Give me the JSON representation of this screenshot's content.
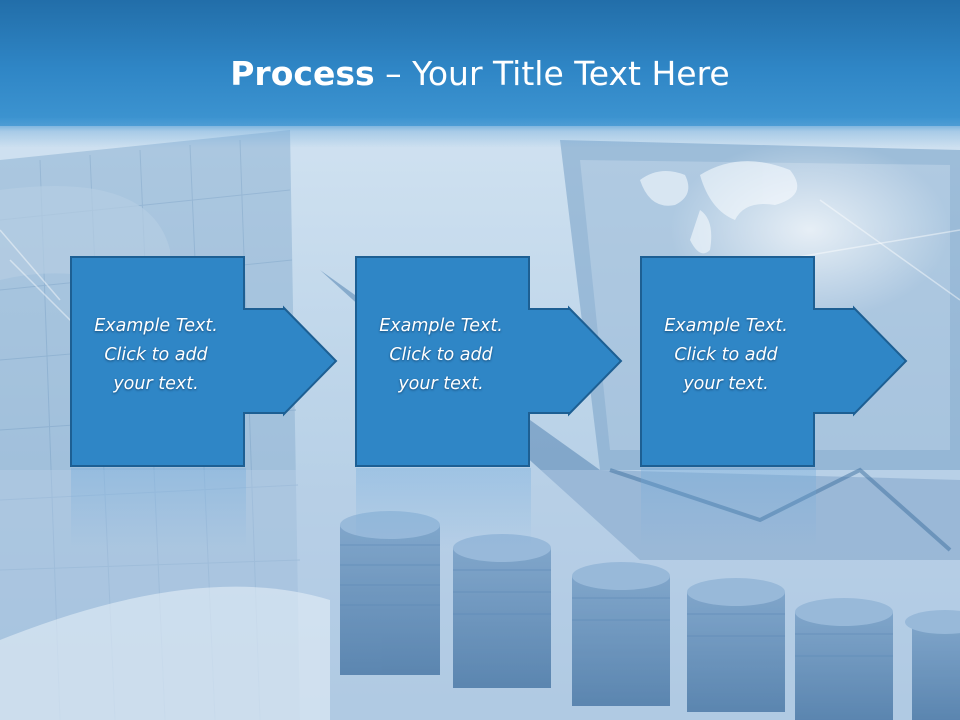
{
  "slide": {
    "title_bold": "Process",
    "title_rest": " – Your Title Text Here"
  },
  "steps": [
    {
      "text": "Example Text.\nClick  to add\nyour text."
    },
    {
      "text": "Example Text.\nClick  to add\nyour text."
    },
    {
      "text": "Example Text.\nClick  to add\nyour text."
    }
  ],
  "colors": {
    "header": "#2f86c6",
    "box_fill": "#2f86c6",
    "box_border": "#1d5f93",
    "title_text": "#ffffff"
  },
  "background": {
    "image_description_icon": "finance-collage-image"
  }
}
